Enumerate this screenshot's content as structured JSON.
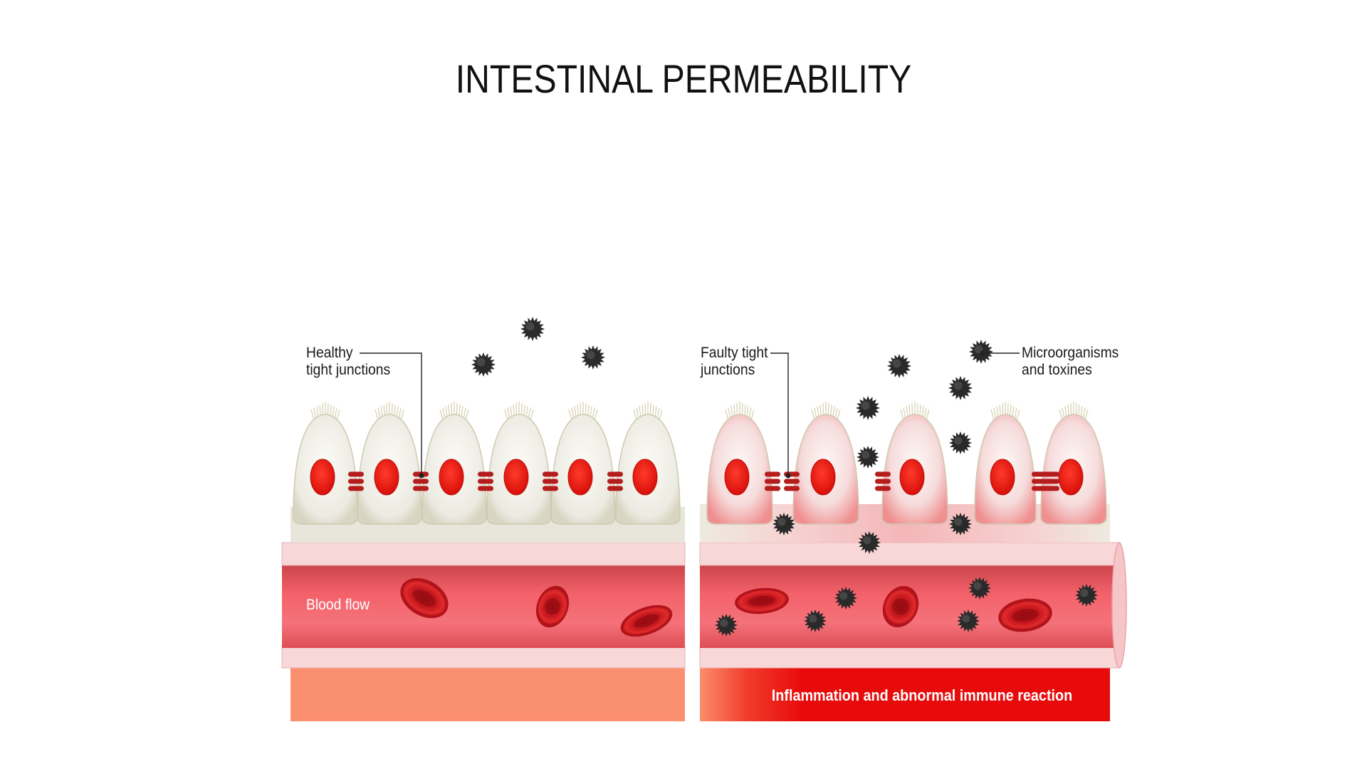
{
  "title": "INTESTINAL PERMEABILITY",
  "labels": {
    "healthy": [
      "Healthy",
      "tight junctions"
    ],
    "faulty": [
      "Faulty tight",
      "junctions"
    ],
    "microbes": [
      "Microorganisms",
      "and toxines"
    ],
    "blood_flow": "Blood flow",
    "inflammation": "Inflammation and abnormal immune reaction"
  },
  "colors": {
    "cell_body": "#efeee7",
    "cell_edge": "#cfc9b0",
    "nucleus": "#e8160f",
    "junction": "#b51c1c",
    "vessel_wall": "#f8d7d9",
    "blood": "#f25b63",
    "blood_dark": "#c23a40",
    "tissue_healthy": "#fb9070",
    "tissue_inflamed": "#e90b0b",
    "microbe": "#2a2a2a"
  },
  "icons": {
    "microbe": "spiky-particle-icon",
    "red_blood_cell": "rbc-icon",
    "nucleus": "nucleus-icon",
    "tight_junction": "tight-junction-icon"
  }
}
